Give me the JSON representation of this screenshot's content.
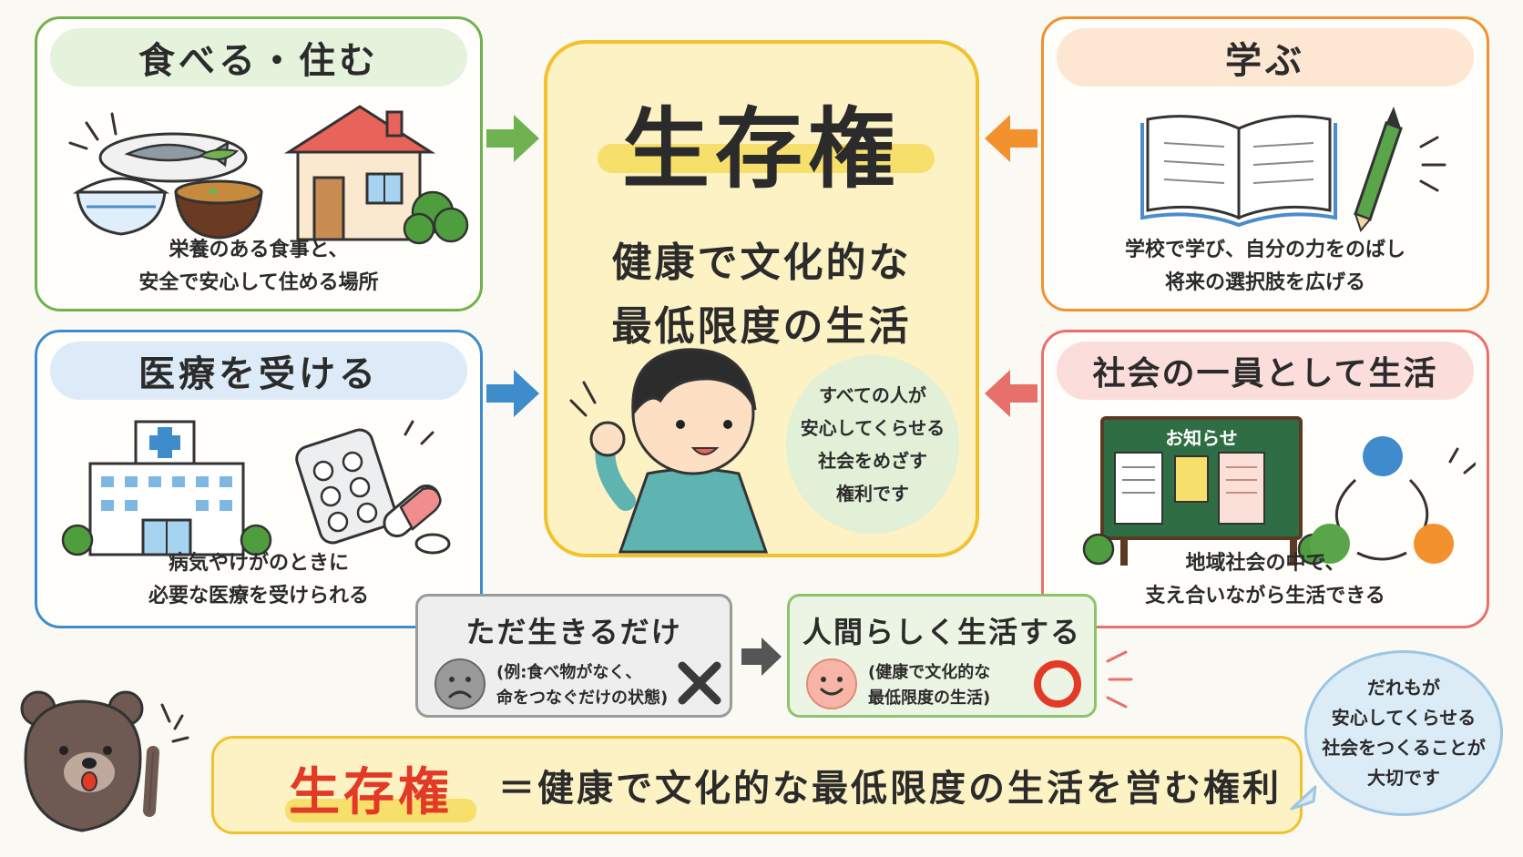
{
  "center": {
    "title": "生存権",
    "subtitle_line1": "健康で文化的な",
    "subtitle_line2": "最低限度の生活",
    "bubble_lines": [
      "すべての人が",
      "安心してくらせる",
      "社会をめざす",
      "権利です"
    ]
  },
  "cards": {
    "food_housing": {
      "title": "食べる・住む",
      "desc": [
        "栄養のある食事と、",
        "安全で安心して住める場所"
      ]
    },
    "learning": {
      "title": "学ぶ",
      "desc": [
        "学校で学び、自分の力をのばし",
        "将来の選択肢を広げる"
      ]
    },
    "medical": {
      "title": "医療を受ける",
      "desc": [
        "病気やけがのときに",
        "必要な医療を受けられる"
      ]
    },
    "society": {
      "title": "社会の一員として生活",
      "board_label": "お知らせ",
      "desc": [
        "地域社会の中で、",
        "支え合いながら生活できる"
      ]
    }
  },
  "comparison": {
    "bad": {
      "title": "ただ生きるだけ",
      "note": [
        "(例:食べ物がなく、",
        "命をつなぐだけの状態)"
      ]
    },
    "good": {
      "title": "人間らしく生活する",
      "note": [
        "(健康で文化的な",
        "最低限度の生活)"
      ]
    }
  },
  "bottom": {
    "keyword": "生存権",
    "definition": "＝健康で文化的な最低限度の生活を営む権利"
  },
  "bear_bubble_lines": [
    "だれもが",
    "安心してくらせる",
    "社会をつくることが",
    "大切です"
  ],
  "colors": {
    "green": "#6fb24f",
    "orange": "#f2912e",
    "blue": "#3f8ccc",
    "red": "#e8706a",
    "yellow": "#f2c12e",
    "keyword_red": "#e23a26"
  }
}
